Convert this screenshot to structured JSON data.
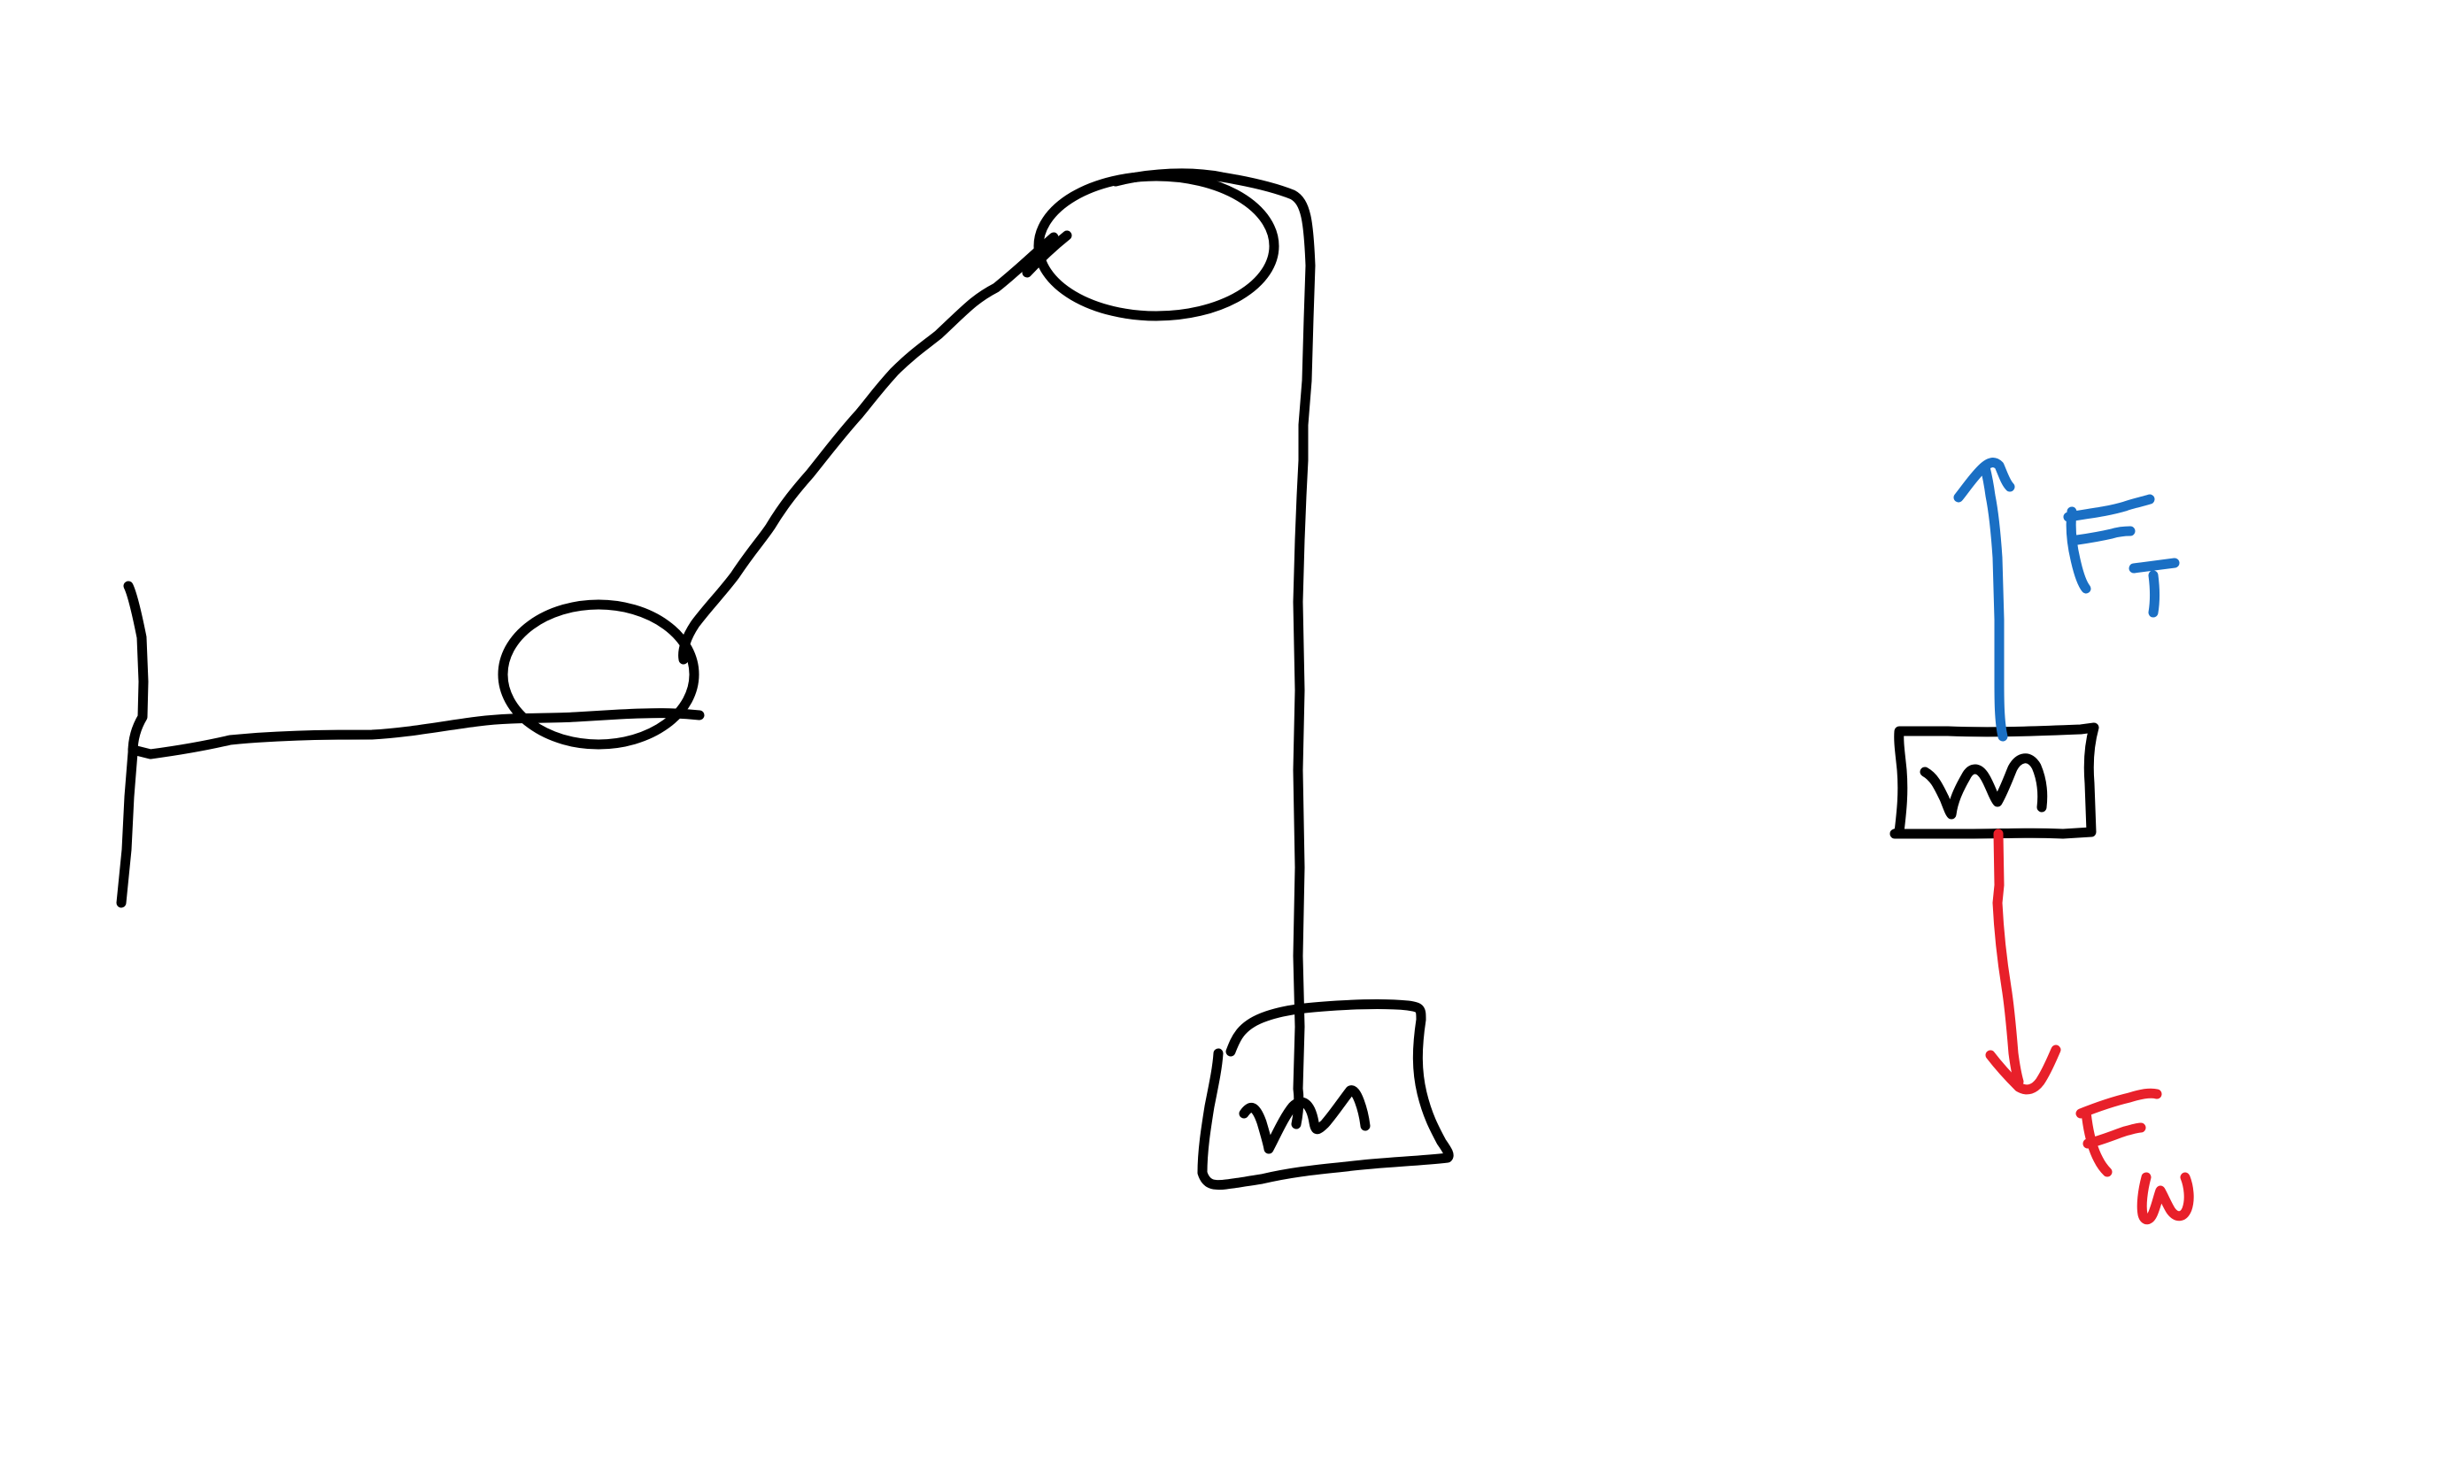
{
  "diagram": {
    "hanging_mass": {
      "label": "m"
    },
    "free_body": {
      "mass_label": "m",
      "tension_label": "F",
      "tension_subscript": "T",
      "weight_label": "F",
      "weight_subscript": "w"
    },
    "colors": {
      "ink": "#000000",
      "tension": "#1a6fc4",
      "weight": "#e8202a",
      "background": "#ffffff"
    }
  }
}
